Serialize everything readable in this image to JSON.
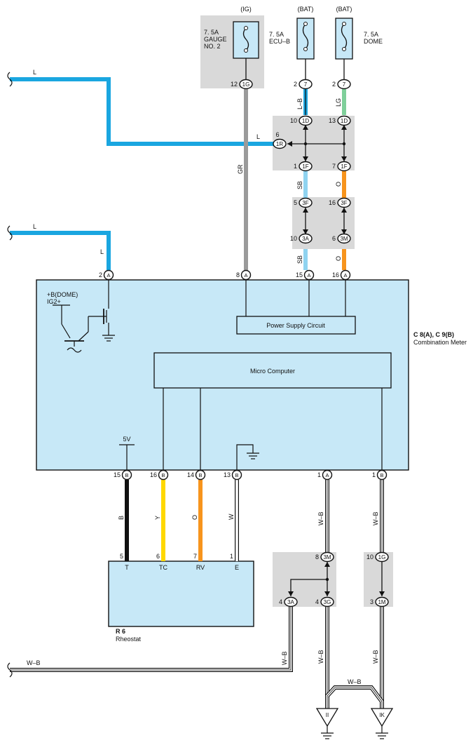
{
  "fuses": {
    "gauge": {
      "supply": "(IG)",
      "rating": "7. 5A",
      "name_line1": "GAUGE",
      "name_line2": "NO. 2"
    },
    "ecub": {
      "supply": "(BAT)",
      "rating": "7. 5A",
      "name_line1": "ECU–B"
    },
    "dome": {
      "supply": "(BAT)",
      "rating": "7. 5A",
      "name_line1": "DOME"
    }
  },
  "connectors": {
    "gauge_out": {
      "pin": "12",
      "id": "1G"
    },
    "ecub_in": {
      "pin": "2",
      "id": "7"
    },
    "dome_in": {
      "pin": "2",
      "id": "7"
    },
    "ecub_1d": {
      "pin": "10",
      "id": "1D"
    },
    "dome_1d": {
      "pin": "13",
      "id": "1D"
    },
    "left_1r": {
      "pin": "6",
      "id": "1R"
    },
    "ecub_1f": {
      "pin": "1",
      "id": "1F"
    },
    "dome_1f": {
      "pin": "7",
      "id": "1F"
    },
    "ecub_3f": {
      "pin": "5",
      "id": "3F"
    },
    "dome_3f": {
      "pin": "16",
      "id": "3F"
    },
    "ecub_3a": {
      "pin": "10",
      "id": "3A"
    },
    "dome_3m": {
      "pin": "6",
      "id": "3M"
    },
    "meter_a2": {
      "pin": "2",
      "id": "A"
    },
    "meter_a8": {
      "pin": "8",
      "id": "A"
    },
    "meter_a15": {
      "pin": "15",
      "id": "A"
    },
    "meter_a16": {
      "pin": "16",
      "id": "A"
    },
    "meter_b15": {
      "pin": "15",
      "id": "B"
    },
    "meter_b16": {
      "pin": "16",
      "id": "B"
    },
    "meter_b14": {
      "pin": "14",
      "id": "B"
    },
    "meter_b13": {
      "pin": "13",
      "id": "B"
    },
    "meter_a1": {
      "pin": "1",
      "id": "A"
    },
    "meter_b1": {
      "pin": "1",
      "id": "B"
    },
    "j_3m_top": {
      "pin": "8",
      "id": "3M"
    },
    "j_1g": {
      "pin": "10",
      "id": "1G"
    },
    "j_3a": {
      "pin": "4",
      "id": "3A"
    },
    "j_3g": {
      "pin": "4",
      "id": "3G"
    },
    "j_1m": {
      "pin": "3",
      "id": "1M"
    }
  },
  "wires": {
    "top_left": "L",
    "branch_1r": "L",
    "mid_left": "L",
    "mid_left_drop": "L",
    "gauge": "GR",
    "ecub_top": "L–B",
    "dome_top": "LG",
    "ecub_mid": "SB",
    "dome_mid": "O",
    "ecub_low": "SB",
    "dome_low": "O",
    "b15": "B",
    "b16": "Y",
    "b14": "O",
    "b13": "W",
    "a1": "W–B",
    "b1": "W–B",
    "ground_left": "W–B",
    "ground_3a": "W–B",
    "ground_3g": "W–B",
    "ground_1m": "W–B",
    "ground_bridge": "W–B"
  },
  "meter": {
    "label_dome": "+B(DOME)",
    "label_ig": "IG2+",
    "power_supply": "Power Supply Circuit",
    "micro": "Micro Computer",
    "v5": "5V",
    "title_line1": "C 8(A), C 9(B)",
    "title_line2": "Combination Meter"
  },
  "rheostat": {
    "pins": [
      {
        "num": "5",
        "name": "T"
      },
      {
        "num": "6",
        "name": "TC"
      },
      {
        "num": "7",
        "name": "RV"
      },
      {
        "num": "1",
        "name": "E"
      }
    ],
    "title": "R 6",
    "subtitle": "Rheostat"
  },
  "grounds": {
    "ii": "II",
    "ik": "IK"
  },
  "colors": {
    "L": "#1aa6e0",
    "GR": "#9a9a9a",
    "LG": "#7fcf9a",
    "SB": "#8fd3f0",
    "O": "#f7941d",
    "Y": "#ffd800",
    "B": "#111111",
    "box_blue": "#c7e8f7",
    "box_gray": "#d9d9d9"
  }
}
